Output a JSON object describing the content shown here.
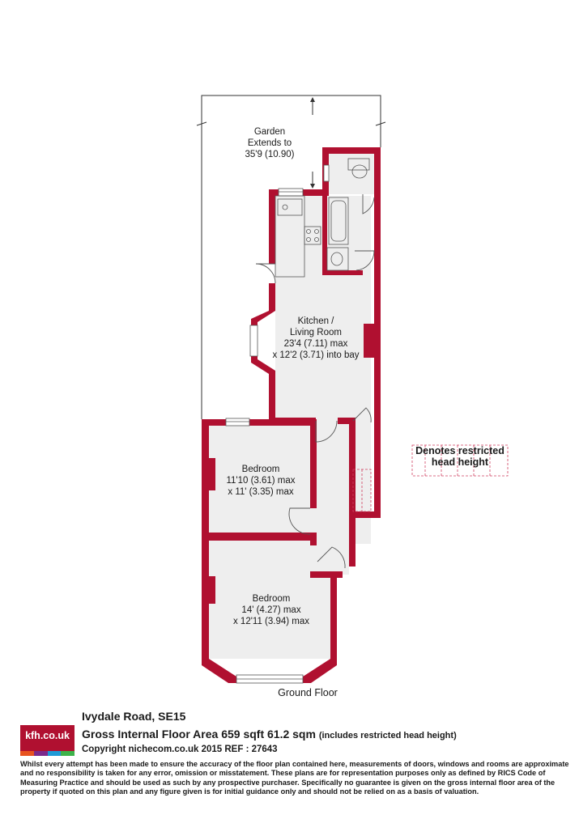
{
  "rooms": {
    "garden": [
      "Garden",
      "Extends to",
      "35'9 (10.90)"
    ],
    "kitchen": [
      "Kitchen /",
      "Living Room",
      "23'4 (7.11) max",
      "x 12'2 (3.71) into bay"
    ],
    "bedroom1": [
      "Bedroom",
      "11'10 (3.61) max",
      "x 11' (3.35) max"
    ],
    "bedroom2": [
      "Bedroom",
      "14' (4.27) max",
      "x 12'11 (3.94) max"
    ]
  },
  "floor_label": "Ground Floor",
  "legend": [
    "Denotes restricted",
    "head height"
  ],
  "logo": {
    "text": "kfh.co.uk",
    "bar_colors": [
      "#e8531f",
      "#7b2a8c",
      "#1f9ad6",
      "#3db34a"
    ]
  },
  "address": "Ivydale Road, SE15",
  "area": {
    "main": "Gross Internal Floor Area 659 sqft 61.2 sqm",
    "note": "(includes restricted head height)"
  },
  "copyright": "Copyright nichecom.co.uk 2015 REF : 27643",
  "disclaimer": "Whilst every attempt has been made to ensure the accuracy of the floor plan contained here, measurements of doors, windows and rooms are approximate and no responsibility is taken for any error, omission or misstatement.  These plans are for representation purposes only as defined by RICS Code of Measuring Practice and should be used as such by any prospective purchaser.  Specifically no guarantee is given on the gross internal floor area of the property if quoted on this plan and any figure given is for initial guidance only and should not be relied on as a basis of valuation.",
  "colors": {
    "wall": "#b01030",
    "floor": "#eeeeee"
  }
}
